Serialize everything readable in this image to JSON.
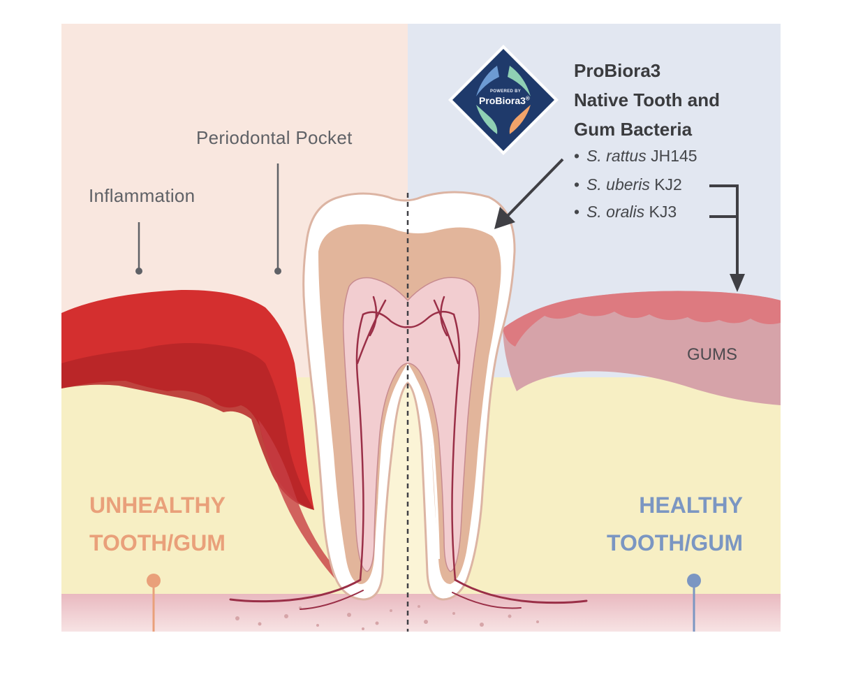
{
  "callouts": {
    "periodontal_pocket": "Periodontal Pocket",
    "inflammation": "Inflammation",
    "gums": "GUMS"
  },
  "sides": {
    "unhealthy": [
      "UNHEALTHY",
      "TOOTH/GUM"
    ],
    "healthy": [
      "HEALTHY",
      "TOOTH/GUM"
    ]
  },
  "badge": {
    "powered_by": "POWERED BY",
    "brand": "ProBiora3",
    "reg_mark": "®"
  },
  "bacteria_title": [
    "ProBiora3",
    "Native Tooth and",
    "Gum Bacteria"
  ],
  "bacteria": [
    {
      "species": "S. rattus",
      "strain": "JH145"
    },
    {
      "species": "S. uberis",
      "strain": "KJ2"
    },
    {
      "species": "S. oralis",
      "strain": "KJ3"
    }
  ],
  "bullet_char": "•",
  "colors": {
    "unhealthy_bg": "#f9e7df",
    "healthy_bg": "#e2e7f1",
    "bone": "#f7efc4",
    "gum_inflamed": "#d42f2f",
    "gum_healthy": "#d4a0a6",
    "unhealthy_text": "#e9a07a",
    "healthy_text": "#7b96c2",
    "badge_navy": "#1f3a6b"
  }
}
